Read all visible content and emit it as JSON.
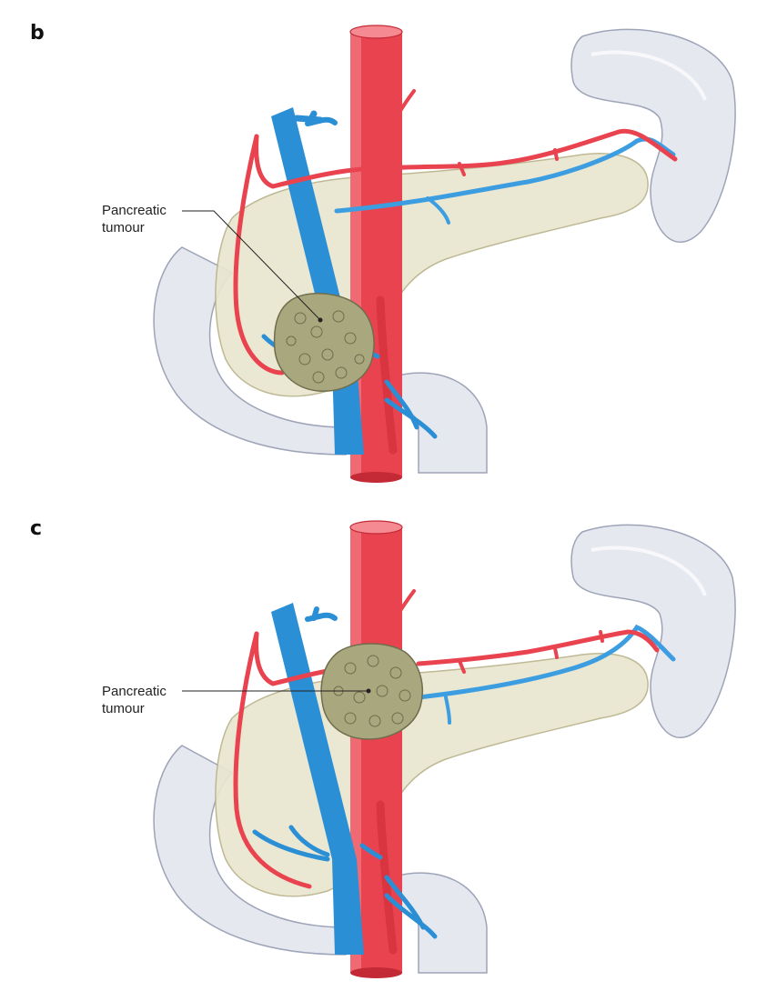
{
  "panels": [
    {
      "letter": "b",
      "label_line1": "Pancreatic",
      "label_line2": "tumour"
    },
    {
      "letter": "c",
      "label_line1": "Pancreatic",
      "label_line2": "tumour"
    }
  ],
  "colors": {
    "artery": "#e8434f",
    "artery_dark": "#c42a36",
    "vein": "#2b8fd6",
    "vein_dark": "#1a6eb0",
    "pancreas": "#e9e6cf",
    "pancreas_edge": "#b9b48c",
    "tumour": "#a9a77e",
    "tumour_edge": "#6f6d4c",
    "organ": "#e6e8f0",
    "organ_edge": "#9ea4b8"
  }
}
